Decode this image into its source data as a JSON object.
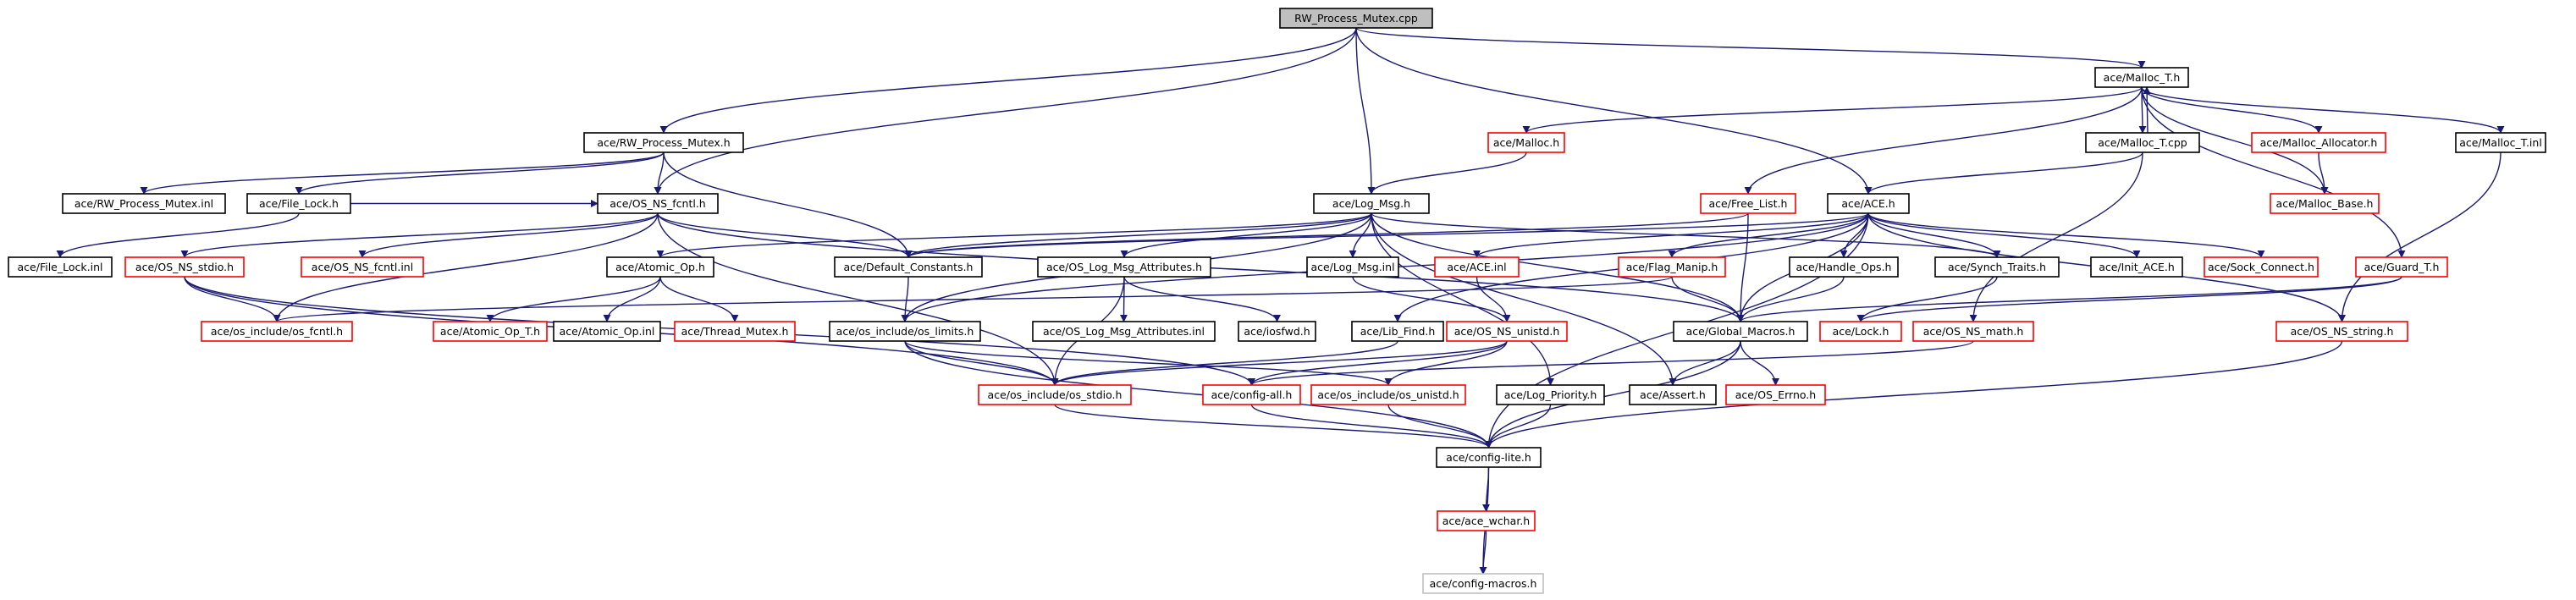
{
  "diagram": {
    "nodes": [
      {
        "id": "n0",
        "label": "RW_Process_Mutex.cpp",
        "style": "root"
      },
      {
        "id": "n1",
        "label": "ace/Malloc_T.h",
        "style": "black"
      },
      {
        "id": "n2",
        "label": "ace/RW_Process_Mutex.h",
        "style": "black"
      },
      {
        "id": "n3",
        "label": "ace/Malloc.h",
        "style": "red"
      },
      {
        "id": "n4",
        "label": "ace/Malloc_T.cpp",
        "style": "black"
      },
      {
        "id": "n5",
        "label": "ace/Malloc_Allocator.h",
        "style": "red"
      },
      {
        "id": "n6",
        "label": "ace/Malloc_T.inl",
        "style": "black"
      },
      {
        "id": "n7",
        "label": "ace/Malloc_Base.h",
        "style": "red"
      },
      {
        "id": "n8",
        "label": "ace/RW_Process_Mutex.inl",
        "style": "black"
      },
      {
        "id": "n9",
        "label": "ace/File_Lock.h",
        "style": "black"
      },
      {
        "id": "n10",
        "label": "ace/OS_NS_fcntl.h",
        "style": "black"
      },
      {
        "id": "n11",
        "label": "ace/Log_Msg.h",
        "style": "black"
      },
      {
        "id": "n12",
        "label": "ace/Free_List.h",
        "style": "red"
      },
      {
        "id": "n13",
        "label": "ace/ACE.h",
        "style": "black"
      },
      {
        "id": "n14",
        "label": "ace/File_Lock.inl",
        "style": "black"
      },
      {
        "id": "n15",
        "label": "ace/OS_NS_stdio.h",
        "style": "red"
      },
      {
        "id": "n16",
        "label": "ace/OS_NS_fcntl.inl",
        "style": "red"
      },
      {
        "id": "n17",
        "label": "ace/Default_Constants.h",
        "style": "black"
      },
      {
        "id": "n18",
        "label": "ace/OS_Log_Msg_Attributes.h",
        "style": "black"
      },
      {
        "id": "n19",
        "label": "ace/Log_Msg.inl",
        "style": "black"
      },
      {
        "id": "n20",
        "label": "ace/ACE.inl",
        "style": "red"
      },
      {
        "id": "n21",
        "label": "ace/Flag_Manip.h",
        "style": "red"
      },
      {
        "id": "n22",
        "label": "ace/Handle_Ops.h",
        "style": "black"
      },
      {
        "id": "n23",
        "label": "ace/Synch_Traits.h",
        "style": "black"
      },
      {
        "id": "n24",
        "label": "ace/Init_ACE.h",
        "style": "black"
      },
      {
        "id": "n25",
        "label": "ace/Sock_Connect.h",
        "style": "red"
      },
      {
        "id": "n26",
        "label": "ace/Guard_T.h",
        "style": "red"
      },
      {
        "id": "n27",
        "label": "ace/Atomic_Op.h",
        "style": "black"
      },
      {
        "id": "n28",
        "label": "ace/os_include/os_fcntl.h",
        "style": "red"
      },
      {
        "id": "n29",
        "label": "ace/Atomic_Op_T.h",
        "style": "red"
      },
      {
        "id": "n30",
        "label": "ace/Atomic_Op.inl",
        "style": "black"
      },
      {
        "id": "n31",
        "label": "ace/Thread_Mutex.h",
        "style": "red"
      },
      {
        "id": "n32",
        "label": "ace/os_include/os_limits.h",
        "style": "black"
      },
      {
        "id": "n33",
        "label": "ace/OS_Log_Msg_Attributes.inl",
        "style": "black"
      },
      {
        "id": "n34",
        "label": "ace/iosfwd.h",
        "style": "black"
      },
      {
        "id": "n35",
        "label": "ace/Lib_Find.h",
        "style": "black"
      },
      {
        "id": "n36",
        "label": "ace/OS_NS_unistd.h",
        "style": "red"
      },
      {
        "id": "n37",
        "label": "ace/Global_Macros.h",
        "style": "black"
      },
      {
        "id": "n38",
        "label": "ace/Lock.h",
        "style": "red"
      },
      {
        "id": "n39",
        "label": "ace/OS_NS_math.h",
        "style": "red"
      },
      {
        "id": "n40",
        "label": "ace/OS_NS_string.h",
        "style": "red"
      },
      {
        "id": "n41",
        "label": "ace/os_include/os_stdio.h",
        "style": "red"
      },
      {
        "id": "n42",
        "label": "ace/config-all.h",
        "style": "red"
      },
      {
        "id": "n43",
        "label": "ace/os_include/os_unistd.h",
        "style": "red"
      },
      {
        "id": "n44",
        "label": "ace/Log_Priority.h",
        "style": "black"
      },
      {
        "id": "n45",
        "label": "ace/Assert.h",
        "style": "black"
      },
      {
        "id": "n46",
        "label": "ace/OS_Errno.h",
        "style": "red"
      },
      {
        "id": "n47",
        "label": "ace/config-lite.h",
        "style": "black"
      },
      {
        "id": "n48",
        "label": "ace/ace_wchar.h",
        "style": "red"
      },
      {
        "id": "n49",
        "label": "ace/config-macros.h",
        "style": "grey"
      }
    ],
    "edges": [
      [
        "n0",
        "n1"
      ],
      [
        "n0",
        "n2"
      ],
      [
        "n0",
        "n10"
      ],
      [
        "n0",
        "n11"
      ],
      [
        "n0",
        "n13"
      ],
      [
        "n1",
        "n3"
      ],
      [
        "n1",
        "n4"
      ],
      [
        "n1",
        "n5"
      ],
      [
        "n1",
        "n6"
      ],
      [
        "n1",
        "n7"
      ],
      [
        "n1",
        "n12"
      ],
      [
        "n1",
        "n26"
      ],
      [
        "n4",
        "n1"
      ],
      [
        "n4",
        "n13"
      ],
      [
        "n4",
        "n39"
      ],
      [
        "n5",
        "n7"
      ],
      [
        "n6",
        "n40"
      ],
      [
        "n3",
        "n11"
      ],
      [
        "n2",
        "n8"
      ],
      [
        "n2",
        "n9"
      ],
      [
        "n2",
        "n10"
      ],
      [
        "n2",
        "n17"
      ],
      [
        "n9",
        "n14"
      ],
      [
        "n9",
        "n10"
      ],
      [
        "n10",
        "n15"
      ],
      [
        "n10",
        "n16"
      ],
      [
        "n10",
        "n17"
      ],
      [
        "n10",
        "n28"
      ],
      [
        "n10",
        "n41"
      ],
      [
        "n10",
        "n37"
      ],
      [
        "n11",
        "n17"
      ],
      [
        "n11",
        "n18"
      ],
      [
        "n11",
        "n19"
      ],
      [
        "n11",
        "n27"
      ],
      [
        "n11",
        "n32"
      ],
      [
        "n11",
        "n23"
      ],
      [
        "n11",
        "n37"
      ],
      [
        "n11",
        "n45"
      ],
      [
        "n11",
        "n44"
      ],
      [
        "n12",
        "n17"
      ],
      [
        "n12",
        "n37"
      ],
      [
        "n13",
        "n17"
      ],
      [
        "n13",
        "n20"
      ],
      [
        "n13",
        "n21"
      ],
      [
        "n13",
        "n22"
      ],
      [
        "n13",
        "n23"
      ],
      [
        "n13",
        "n24"
      ],
      [
        "n13",
        "n25"
      ],
      [
        "n13",
        "n35"
      ],
      [
        "n13",
        "n37"
      ],
      [
        "n13",
        "n40"
      ],
      [
        "n13",
        "n47"
      ],
      [
        "n13",
        "n32"
      ],
      [
        "n15",
        "n28"
      ],
      [
        "n15",
        "n41"
      ],
      [
        "n15",
        "n42"
      ],
      [
        "n17",
        "n32"
      ],
      [
        "n18",
        "n33"
      ],
      [
        "n18",
        "n34"
      ],
      [
        "n18",
        "n41"
      ],
      [
        "n19",
        "n36"
      ],
      [
        "n20",
        "n36"
      ],
      [
        "n21",
        "n28"
      ],
      [
        "n21",
        "n37"
      ],
      [
        "n22",
        "n37"
      ],
      [
        "n23",
        "n38"
      ],
      [
        "n26",
        "n38"
      ],
      [
        "n26",
        "n37"
      ],
      [
        "n27",
        "n29"
      ],
      [
        "n27",
        "n30"
      ],
      [
        "n27",
        "n31"
      ],
      [
        "n32",
        "n41"
      ],
      [
        "n32",
        "n47"
      ],
      [
        "n32",
        "n43"
      ],
      [
        "n35",
        "n41"
      ],
      [
        "n36",
        "n42"
      ],
      [
        "n36",
        "n43"
      ],
      [
        "n36",
        "n41"
      ],
      [
        "n37",
        "n45"
      ],
      [
        "n37",
        "n46"
      ],
      [
        "n37",
        "n47"
      ],
      [
        "n39",
        "n42"
      ],
      [
        "n40",
        "n47"
      ],
      [
        "n41",
        "n47"
      ],
      [
        "n42",
        "n47"
      ],
      [
        "n43",
        "n47"
      ],
      [
        "n44",
        "n47"
      ],
      [
        "n47",
        "n48"
      ],
      [
        "n47",
        "n49"
      ],
      [
        "n48",
        "n49"
      ]
    ]
  },
  "colors": {
    "edge": "#1a1a72",
    "border_black": "#000000",
    "border_red": "#ff0000",
    "border_grey": "#bfbfbf",
    "root_fill": "#bfbfbf",
    "node_fill": "#ffffff"
  }
}
